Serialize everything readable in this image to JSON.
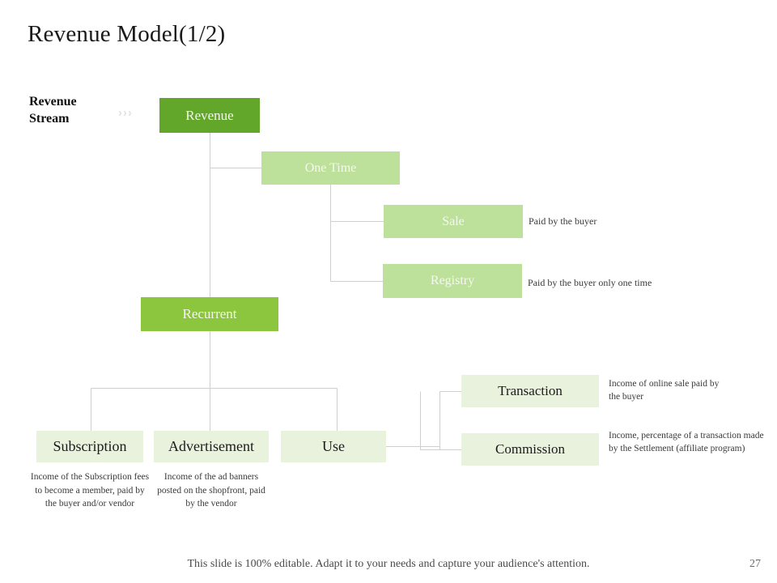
{
  "slide": {
    "title": "Revenue Model(1/2)",
    "stream_label_line1": "Revenue",
    "stream_label_line2": "Stream",
    "chevrons": "›››"
  },
  "colors": {
    "root_green": "#62a62a",
    "recurrent_green": "#8cc63e",
    "mid_green": "#bde09a",
    "pale_green": "#e9f2dc",
    "connector_gray": "#cfcfcf",
    "title_black": "#1a1a1a"
  },
  "nodes": {
    "revenue": {
      "label": "Revenue"
    },
    "one_time": {
      "label": "One Time"
    },
    "sale": {
      "label": "Sale"
    },
    "registry": {
      "label": "Registry"
    },
    "recurrent": {
      "label": "Recurrent"
    },
    "subscription": {
      "label": "Subscription"
    },
    "advertisement": {
      "label": "Advertisement"
    },
    "use": {
      "label": "Use"
    },
    "transaction": {
      "label": "Transaction"
    },
    "commission": {
      "label": "Commission"
    }
  },
  "notes": {
    "sale": "Paid by the buyer",
    "registry": "Paid by the buyer only one time",
    "transaction": "Income of online sale paid by the buyer",
    "commission": "Income, percentage of a transaction made by the Settlement (affiliate program)"
  },
  "descriptions": {
    "subscription": "Income of the Subscription fees to become a member, paid by the buyer and/or vendor",
    "advertisement": "Income of the ad banners posted on the shopfront, paid by the vendor"
  },
  "footer": {
    "note": "This slide is 100% editable. Adapt it to your needs and capture your audience's attention.",
    "page_number": "27"
  }
}
